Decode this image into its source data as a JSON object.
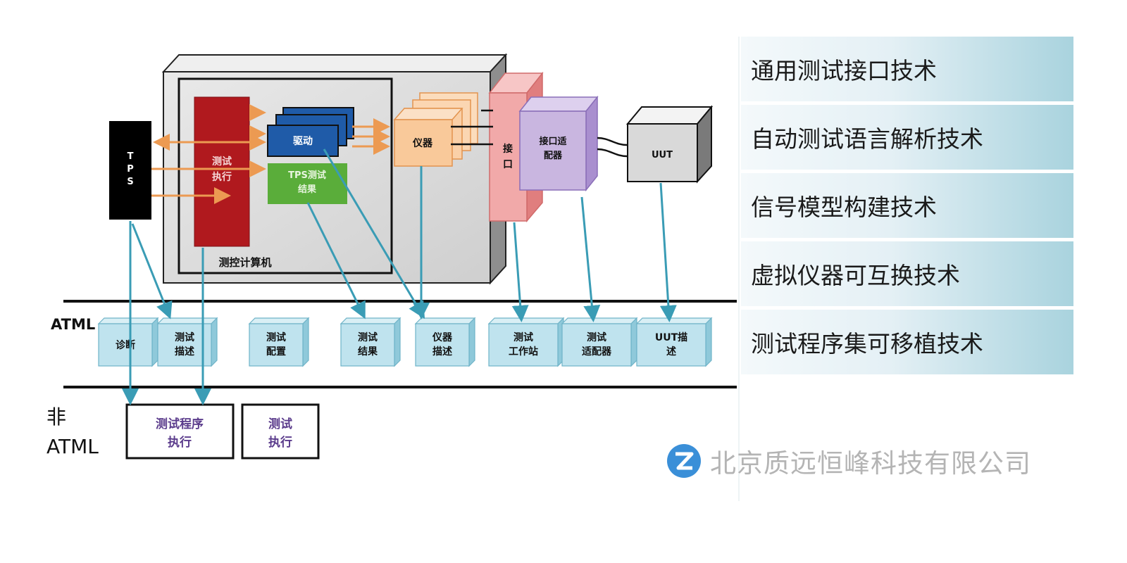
{
  "diagram": {
    "tps": "T\nP\nS",
    "test_exec": "测试\n执行",
    "driver": "驱动",
    "tps_result": "TPS测试\n结果",
    "instrument": "仪器",
    "interface": "接\n口",
    "adapter": "接口适\n配器",
    "uut": "UUT",
    "computer_label": "测控计算机",
    "atml_label": "ATML",
    "non_atml_label": "非\nATML",
    "atml_boxes": [
      "诊断",
      "测试\n描述",
      "测试\n配置",
      "测试\n结果",
      "仪器\n描述",
      "测试\n工作站",
      "测试\n适配器",
      "UUT描\n述"
    ],
    "non_atml_boxes": [
      "测试程序\n执行",
      "测试\n执行"
    ]
  },
  "tech_list": [
    "通用测试接口技术",
    "自动测试语言解析技术",
    "信号模型构建技术",
    "虚拟仪器可互换技术",
    "测试程序集可移植技术"
  ],
  "company": "北京质远恒峰科技有限公司",
  "colors": {
    "test_exec": "#b0191e",
    "driver": "#1f5ba8",
    "tps_result": "#5aad3a",
    "instrument": "#f9c99a",
    "interface": "#f1a9a9",
    "adapter": "#c9b6e0",
    "atml_box": "#bfe3ee",
    "arrow_teal": "#3a9cb5",
    "arrow_orange": "#ec9a52",
    "logo": "#3a8fd8"
  }
}
